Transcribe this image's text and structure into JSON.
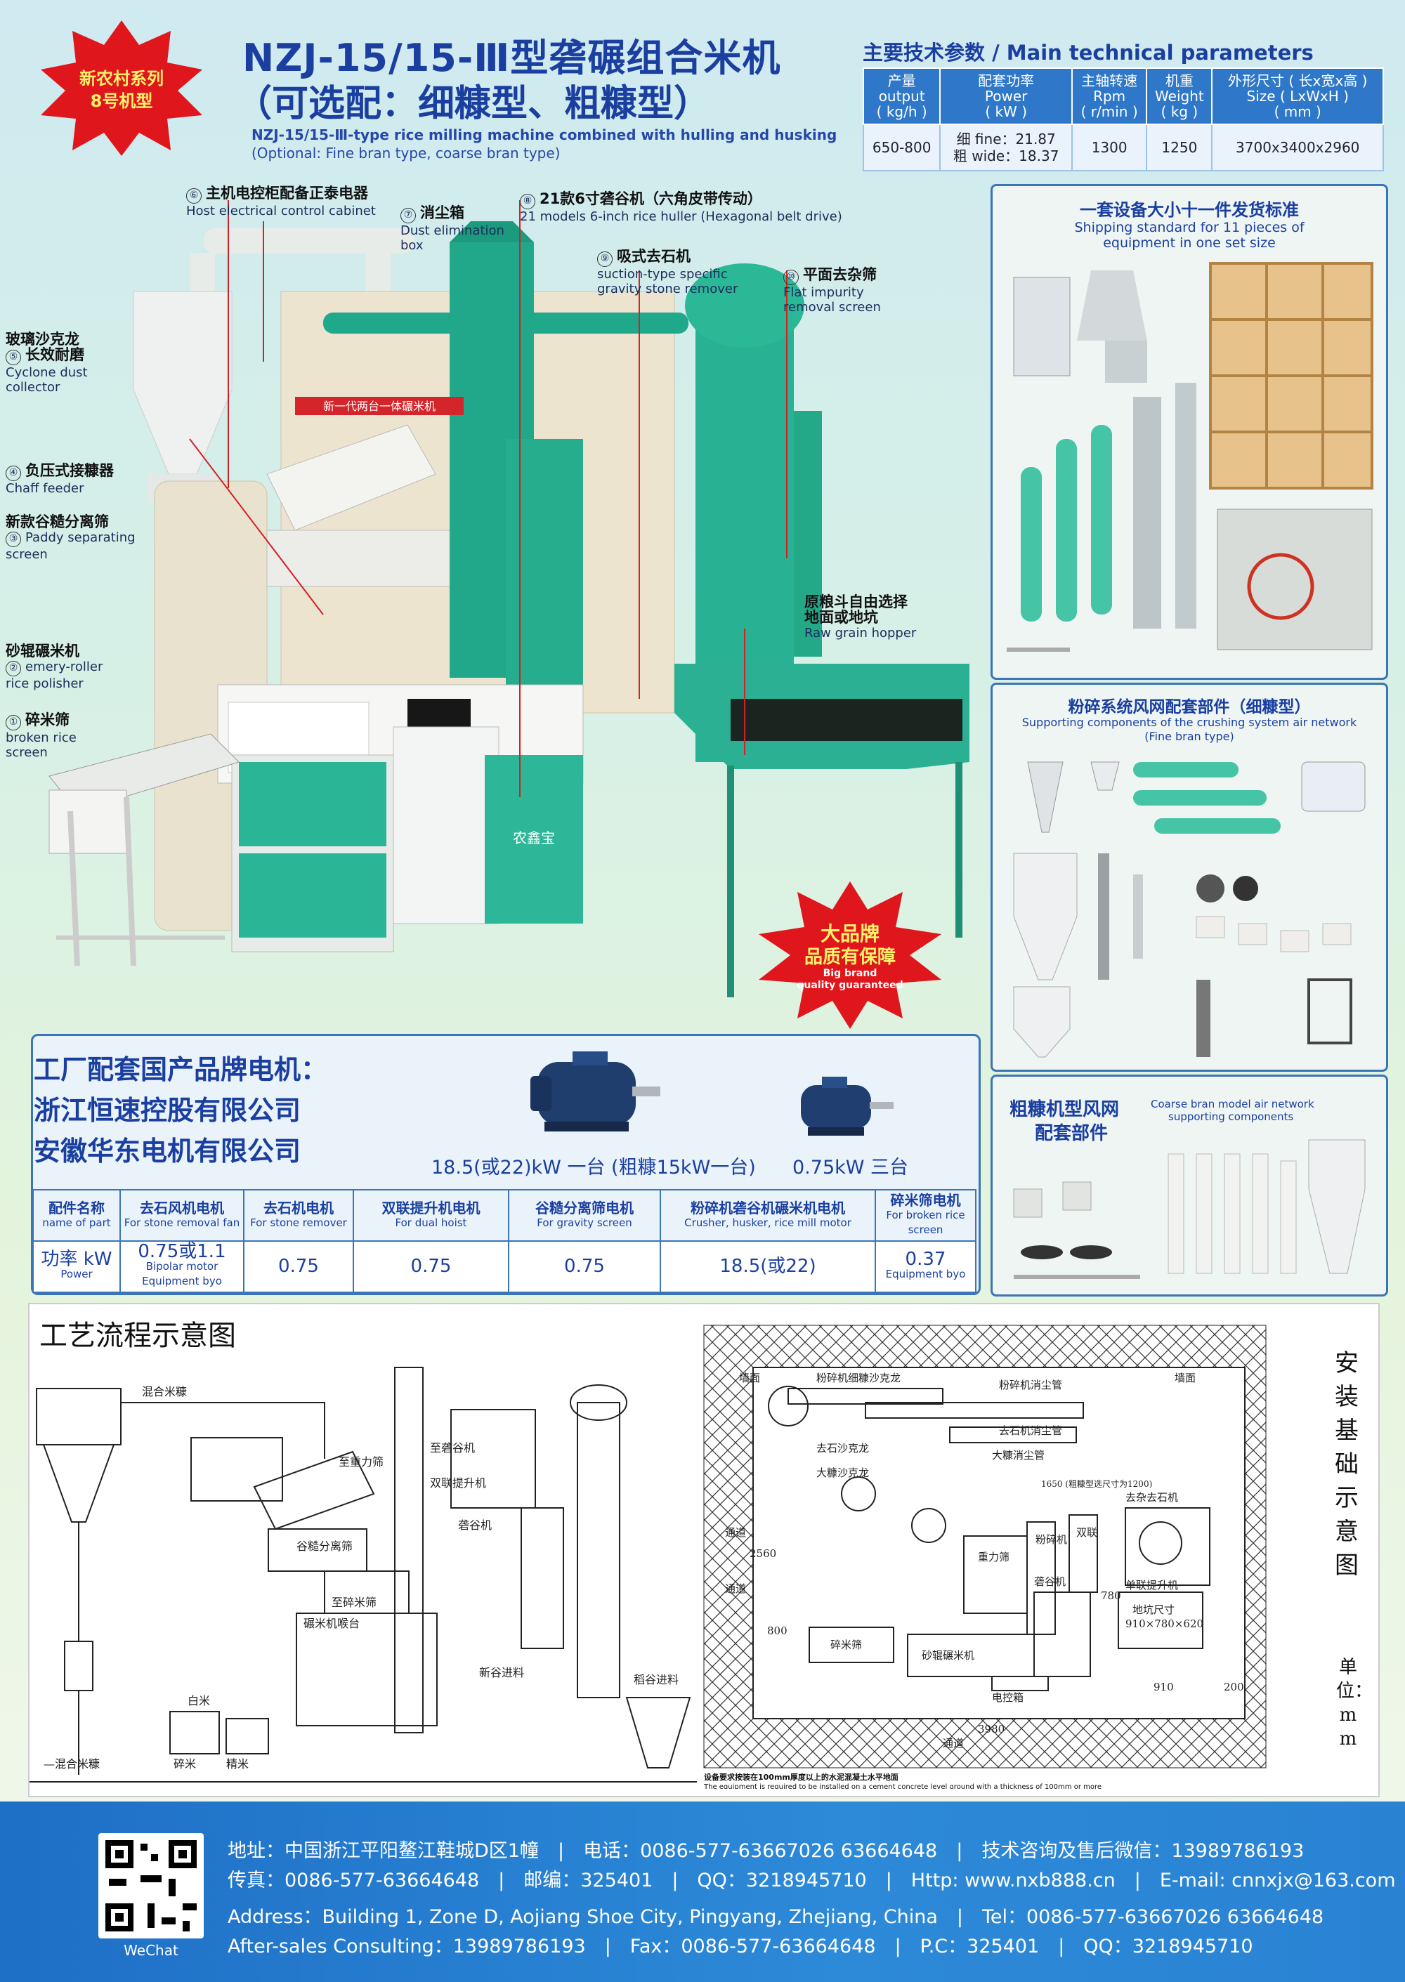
{
  "badge": {
    "line1": "新农村系列",
    "line2": "8号机型"
  },
  "header": {
    "title": "NZJ-15/15-Ⅲ型砻碾组合米机",
    "subtitle": "（可选配：细糠型、粗糠型）",
    "en1": "NZJ-15/15-Ⅲ-type rice milling machine combined with hulling and husking",
    "en2": "(Optional: Fine bran type, coarse bran type)"
  },
  "params": {
    "title": "主要技术参数 / Main technical parameters",
    "headers": [
      [
        "产量",
        "output",
        "( kg/h )"
      ],
      [
        "配套功率",
        "Power",
        "( kW )"
      ],
      [
        "主轴转速",
        "Rpm",
        "( r/min )"
      ],
      [
        "机重",
        "Weight",
        "( kg )"
      ],
      [
        "外形尺寸 ( 长x宽x高 )",
        "Size ( LxWxH )",
        "( mm )"
      ]
    ],
    "values": {
      "output": "650-800",
      "power1": "细 fine：21.87",
      "power2": "粗 wide：18.37",
      "rpm": "1300",
      "weight": "1250",
      "size": "3700x3400x2960"
    }
  },
  "labels": [
    {
      "n": "⑥",
      "zh": "主机电控柜配备正泰电器",
      "en": "Host electrical control cabinet"
    },
    {
      "n": "⑦",
      "zh": "消尘箱",
      "en": "Dust elimination",
      "en2": "box"
    },
    {
      "n": "⑧",
      "zh": "21款6寸砻谷机（六角皮带传动）",
      "en": "21 models 6-inch rice huller (Hexagonal belt drive)"
    },
    {
      "n": "⑨",
      "zh": "吸式去石机",
      "en": "suction-type specific",
      "en2": "gravity stone remover"
    },
    {
      "n": "⑩",
      "zh": "平面去杂筛",
      "en": "Flat impurity",
      "en2": "removal screen"
    },
    {
      "n": "⑤",
      "zh": "玻璃沙克龙",
      "zh2": "长效耐磨",
      "en": "Cyclone dust",
      "en2": "collector"
    },
    {
      "n": "④",
      "zh": "负压式接糠器",
      "en": "Chaff feeder"
    },
    {
      "n": "③",
      "zh": "新款谷糙分离筛",
      "en": "Paddy separating",
      "en2": "screen"
    },
    {
      "n": "②",
      "zh": "砂辊碾米机",
      "en": "emery-roller",
      "en2": "rice polisher"
    },
    {
      "n": "①",
      "zh": "碎米筛",
      "en": "broken rice",
      "en2": "screen"
    },
    {
      "n": "",
      "zh": "原粮斗自由选择",
      "zh2": "地面或地坑",
      "en": "Raw grain hopper"
    }
  ],
  "machine_text": {
    "brand": "农鑫宝",
    "banner": "新一代两台一体碾米机"
  },
  "guarantee": {
    "l1": "大品牌",
    "l2": "品质有保障",
    "l3": "Big brand",
    "l4": "quality guaranteed"
  },
  "ship": {
    "title": "一套设备大小十一件发货标准",
    "en1": "Shipping standard for 11 pieces of",
    "en2": "equipment in one set size"
  },
  "crush": {
    "title": "粉碎系统风网配套部件（细糠型）",
    "en1": "Supporting components of the crushing system air network",
    "en2": "(Fine bran type)"
  },
  "coarse": {
    "title1": "粗糠机型风网",
    "title2": "配套部件",
    "en1": "Coarse bran model air network",
    "en2": "supporting components"
  },
  "motors": {
    "title": "工厂配套国产品牌电机：",
    "company1": "浙江恒速控股有限公司",
    "company2": "安徽华东电机有限公司",
    "cap1": "18.5(或22)kW 一台 (粗糠15kW一台)",
    "cap2": "0.75kW 三台",
    "row_head": [
      {
        "zh": "配件名称",
        "en": "name of part"
      },
      {
        "zh": "去石风机电机",
        "en": "For stone removal fan"
      },
      {
        "zh": "去石机电机",
        "en": "For stone remover"
      },
      {
        "zh": "双联提升机电机",
        "en": "For dual hoist"
      },
      {
        "zh": "谷糙分离筛电机",
        "en": "For gravity screen"
      },
      {
        "zh": "粉碎机砻谷机碾米机电机",
        "en": "Crusher, husker, rice mill motor"
      },
      {
        "zh": "碎米筛电机",
        "en": "For broken rice screen"
      }
    ],
    "row_val": [
      {
        "v": "功率 kW",
        "en": "Power"
      },
      {
        "v": "0.75或1.1",
        "en": "Bipolar motor",
        "en2": "Equipment byo"
      },
      {
        "v": "0.75"
      },
      {
        "v": "0.75"
      },
      {
        "v": "0.75"
      },
      {
        "v": "18.5(或22)"
      },
      {
        "v": "0.37",
        "en": "Equipment byo"
      }
    ]
  },
  "process": {
    "title": "工艺流程示意图",
    "labels": [
      "混合米糠",
      "至重力筛",
      "至砻谷机",
      "双联提升机",
      "至碎米筛",
      "碎米",
      "精米",
      "白米",
      "砻谷机",
      "谷糙分离筛",
      "稻谷进料",
      "新谷进料",
      "—混合米糠",
      "碾米机喉台"
    ]
  },
  "install": {
    "title": "安装基础示意图",
    "unit": "单位：mm",
    "labels": [
      "墙面",
      "墙面",
      "粉碎机细糠沙克龙",
      "粉碎机消尘管",
      "去石机消尘管",
      "大糠消尘管",
      "去石沙克龙",
      "大糠沙克龙",
      "粉碎机",
      "双联",
      "去杂去石机",
      "重力筛",
      "砻谷机",
      "碎米筛",
      "砂辊碾米机",
      "电控箱",
      "单联提升机",
      "地坑尺寸",
      "910×780×620",
      "通道",
      "通道",
      "通道"
    ],
    "dims": [
      "3980",
      "2560",
      "800",
      "910",
      "200",
      "780",
      "1650 (粗糠型选尺寸为1200)"
    ],
    "note_zh": "设备要求按装在100mm厚度以上的水泥混凝土水平地面",
    "note_en": "The equipment is required to be installed on a cement concrete level ground with a thickness of 100mm or more"
  },
  "footer": {
    "l1": "地址：中国浙江平阳鳌江鞋城D区1幢　|　电话：0086-577-63667026 63664648　|　技术咨询及售后微信：13989786193",
    "l2": "传真：0086-577-63664648　|　邮编：325401　|　QQ：3218945710　|　Http: www.nxb888.cn　|　E-mail: cnnxjx@163.com",
    "l3": "Address：Building 1, Zone D, Aojiang Shoe City, Pingyang, Zhejiang, China　|　Tel：0086-577-63667026 63664648",
    "l4": "After-sales Consulting：13989786193　|　Fax：0086-577-63664648　|　P.C：325401　|　QQ：3218945710",
    "wechat": "WeChat"
  }
}
